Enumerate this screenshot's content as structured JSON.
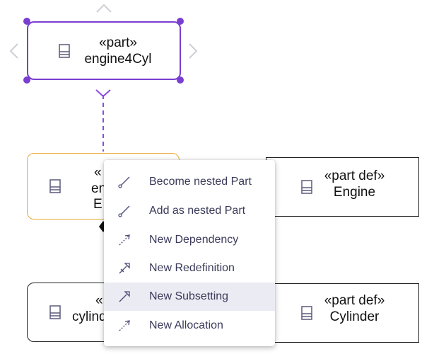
{
  "nodes": {
    "engine4cyl": {
      "stereotype": "«part»",
      "name": "engine4Cyl"
    },
    "engine_usage": {
      "stereotype": "«",
      "name": "en",
      "type": "E"
    },
    "engine_def": {
      "stereotype": "«part def»",
      "name": "Engine"
    },
    "cylinder_usage": {
      "stereotype": "«",
      "name": "cylind"
    },
    "cylinder_def": {
      "stereotype": "«part def»",
      "name": "Cylinder"
    }
  },
  "context_menu": {
    "items": [
      {
        "label": "Become nested Part",
        "icon": "nested-part-icon"
      },
      {
        "label": "Add as nested Part",
        "icon": "nested-part-icon"
      },
      {
        "label": "New Dependency",
        "icon": "dependency-icon"
      },
      {
        "label": "New Redefinition",
        "icon": "redefinition-icon"
      },
      {
        "label": "New Subsetting",
        "icon": "subsetting-icon",
        "highlighted": true
      },
      {
        "label": "New Allocation",
        "icon": "allocation-icon"
      }
    ]
  },
  "colors": {
    "selection": "#7a3fd1",
    "usage_border": "#e7a93a",
    "menu_highlight": "#ebebf3",
    "menu_text": "#3a3a5a",
    "icon_stroke": "#4a4a78"
  }
}
